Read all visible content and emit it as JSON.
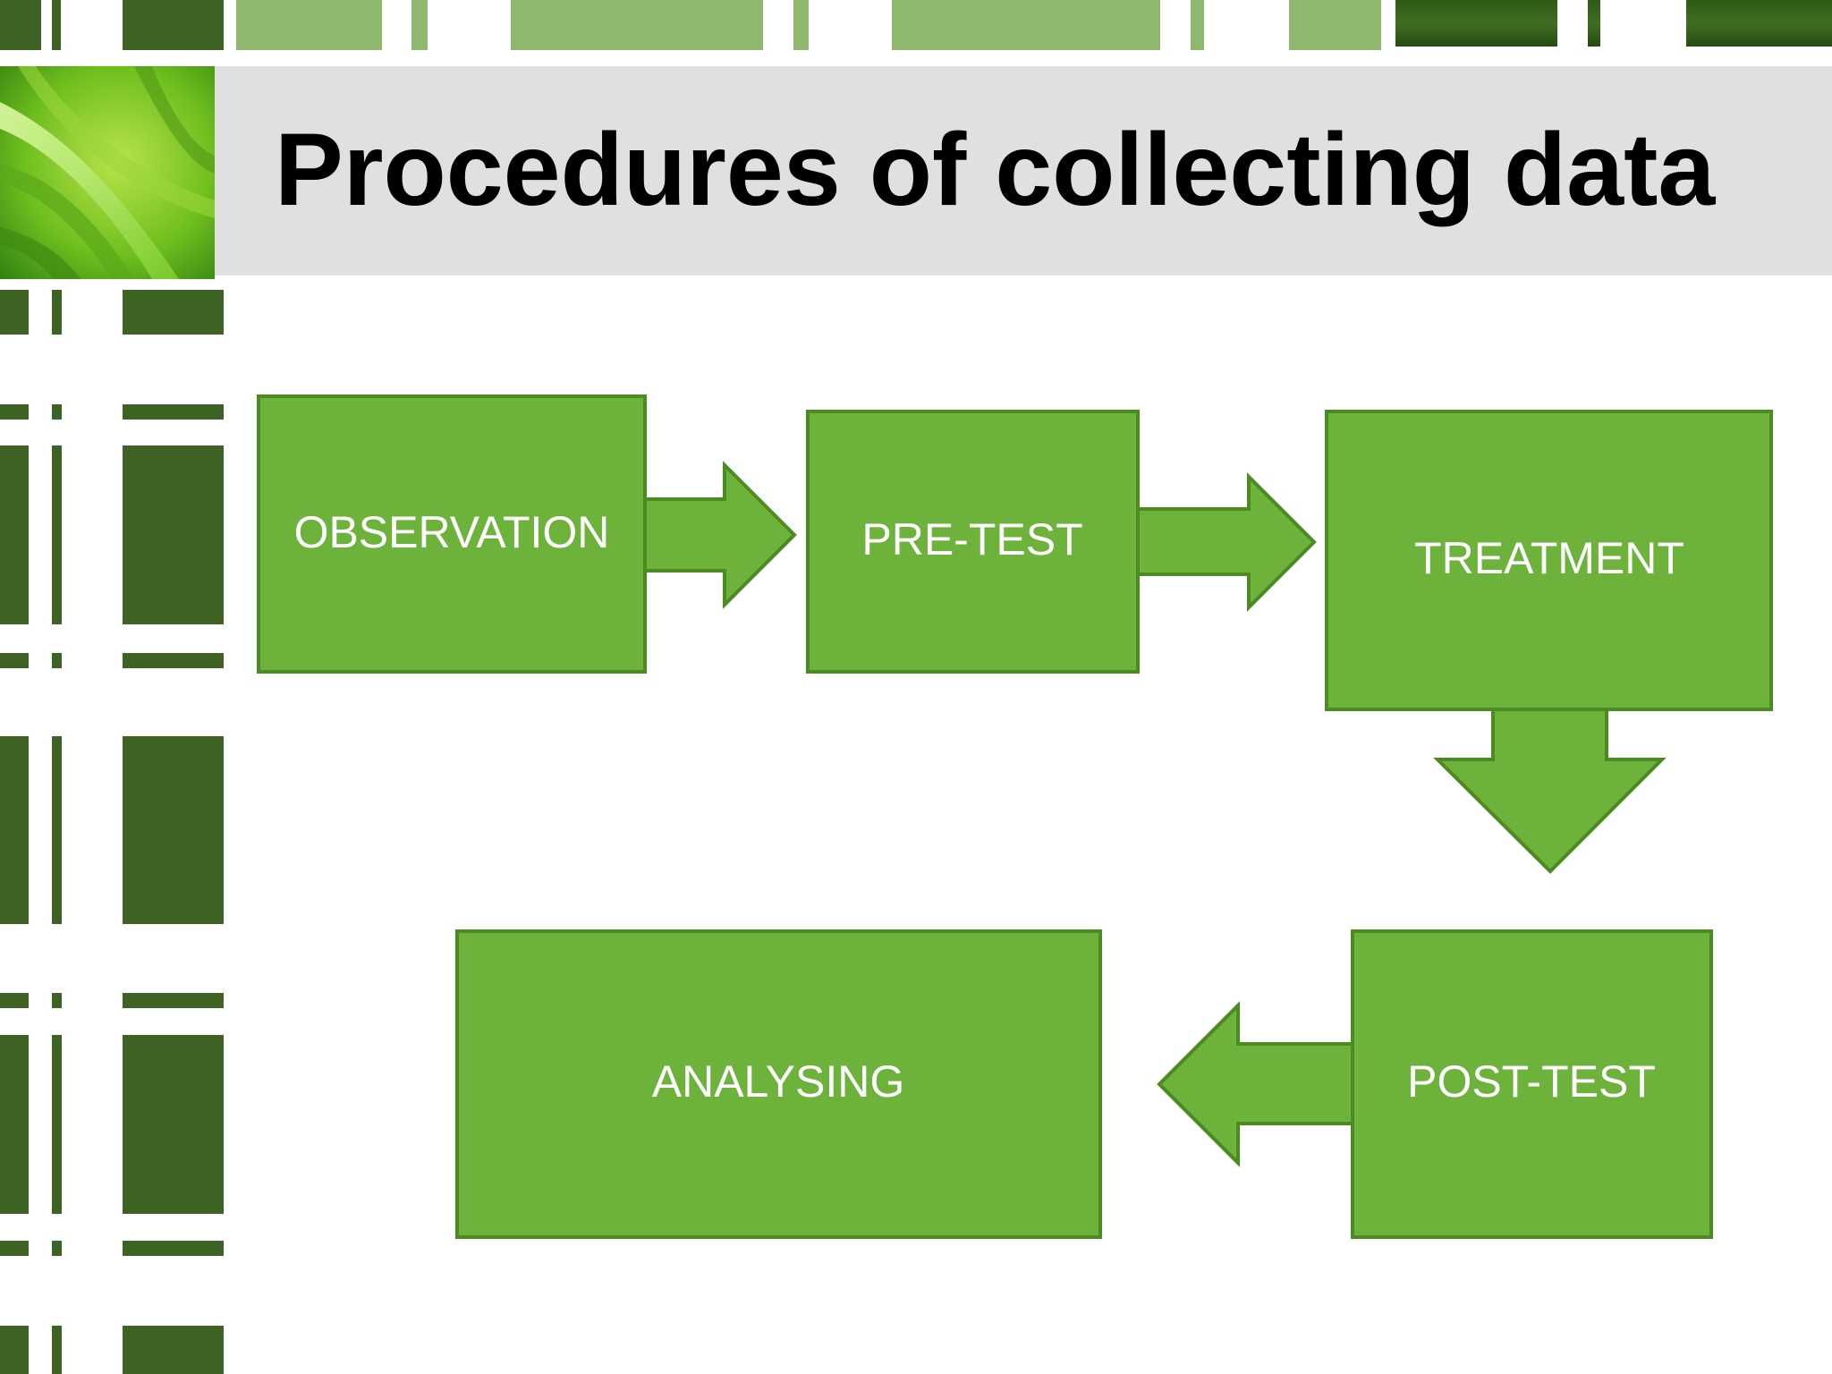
{
  "slide": {
    "title": "Procedures of collecting data"
  },
  "colors": {
    "dark_green": "#3e6223",
    "light_green": "#8db86e",
    "shape_fill": "#6cb23b",
    "shape_stroke": "#4c8a22",
    "title_band": "#e0dfe1",
    "label_text": "#ffffff"
  },
  "flow": {
    "steps": [
      {
        "label": "OBSERVATION"
      },
      {
        "label": "PRE-TEST"
      },
      {
        "label": "TREATMENT"
      },
      {
        "label": "POST-TEST"
      },
      {
        "label": "ANALYSING"
      }
    ]
  }
}
